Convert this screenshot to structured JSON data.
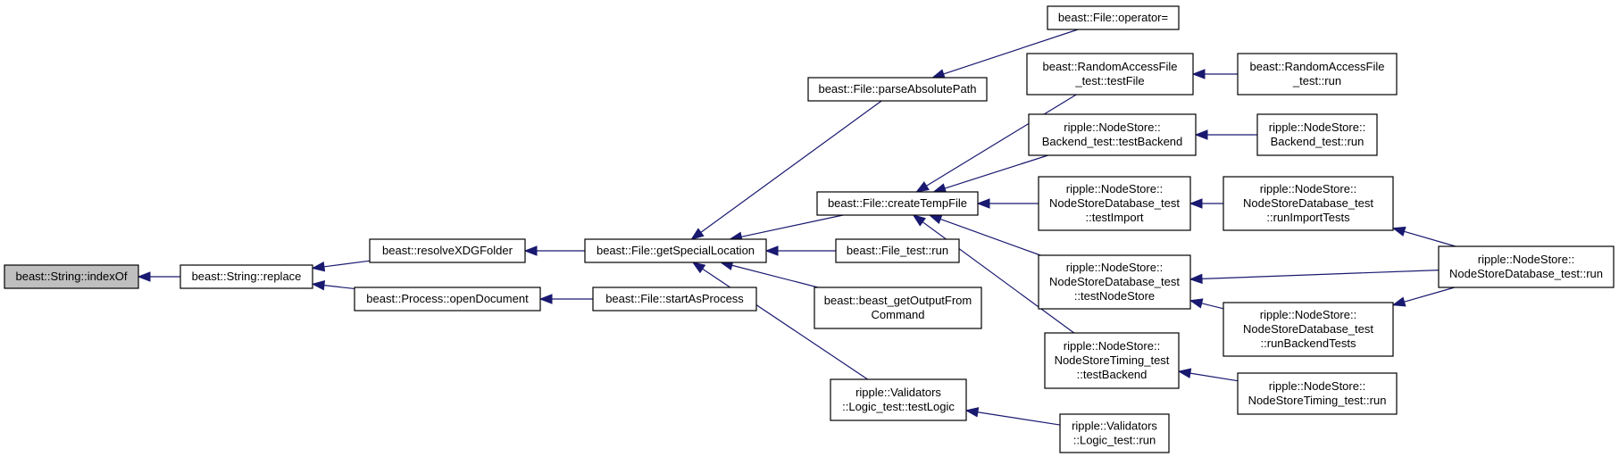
{
  "colors": {
    "edge": "#191970",
    "focus_fill": "#bfbfbf",
    "node_fill": "#ffffff",
    "border": "#000000"
  },
  "nodes": [
    {
      "id": "indexOf",
      "lines": [
        "beast::String::indexOf"
      ],
      "focus": true
    },
    {
      "id": "replace",
      "lines": [
        "beast::String::replace"
      ]
    },
    {
      "id": "resolveXDG",
      "lines": [
        "beast::resolveXDGFolder"
      ]
    },
    {
      "id": "openDocument",
      "lines": [
        "beast::Process::openDocument"
      ]
    },
    {
      "id": "getSpecialLocation",
      "lines": [
        "beast::File::getSpecialLocation"
      ]
    },
    {
      "id": "startAsProcess",
      "lines": [
        "beast::File::startAsProcess"
      ]
    },
    {
      "id": "parseAbsolutePath",
      "lines": [
        "beast::File::parseAbsolutePath"
      ]
    },
    {
      "id": "createTempFile",
      "lines": [
        "beast::File::createTempFile"
      ]
    },
    {
      "id": "fileTestRun",
      "lines": [
        "beast::File_test::run"
      ]
    },
    {
      "id": "getOutputFromCommand",
      "lines": [
        "beast::beast_getOutputFrom",
        "Command"
      ]
    },
    {
      "id": "logicTestLogic",
      "lines": [
        "ripple::Validators",
        "::Logic_test::testLogic"
      ]
    },
    {
      "id": "operatorAssign",
      "lines": [
        "beast::File::operator="
      ]
    },
    {
      "id": "rafTestFile",
      "lines": [
        "beast::RandomAccessFile",
        "_test::testFile"
      ]
    },
    {
      "id": "backendTestBackend",
      "lines": [
        "ripple::NodeStore::",
        "Backend_test::testBackend"
      ]
    },
    {
      "id": "ndbTestImport",
      "lines": [
        "ripple::NodeStore::",
        "NodeStoreDatabase_test",
        "::testImport"
      ]
    },
    {
      "id": "ndbTestNodeStore",
      "lines": [
        "ripple::NodeStore::",
        "NodeStoreDatabase_test",
        "::testNodeStore"
      ]
    },
    {
      "id": "timingTestBackend",
      "lines": [
        "ripple::NodeStore::",
        "NodeStoreTiming_test",
        "::testBackend"
      ]
    },
    {
      "id": "logicTestRun",
      "lines": [
        "ripple::Validators",
        "::Logic_test::run"
      ]
    },
    {
      "id": "rafTestRun",
      "lines": [
        "beast::RandomAccessFile",
        "_test::run"
      ]
    },
    {
      "id": "backendTestRun",
      "lines": [
        "ripple::NodeStore::",
        "Backend_test::run"
      ]
    },
    {
      "id": "ndbRunImportTests",
      "lines": [
        "ripple::NodeStore::",
        "NodeStoreDatabase_test",
        "::runImportTests"
      ]
    },
    {
      "id": "ndbRunBackendTests",
      "lines": [
        "ripple::NodeStore::",
        "NodeStoreDatabase_test",
        "::runBackendTests"
      ]
    },
    {
      "id": "timingTestRun",
      "lines": [
        "ripple::NodeStore::",
        "NodeStoreTiming_test::run"
      ]
    },
    {
      "id": "ndbTestRun",
      "lines": [
        "ripple::NodeStore::",
        "NodeStoreDatabase_test::run"
      ]
    }
  ],
  "edges": [
    {
      "from": "replace",
      "to": "indexOf"
    },
    {
      "from": "resolveXDG",
      "to": "replace"
    },
    {
      "from": "openDocument",
      "to": "replace"
    },
    {
      "from": "getSpecialLocation",
      "to": "resolveXDG"
    },
    {
      "from": "startAsProcess",
      "to": "openDocument"
    },
    {
      "from": "parseAbsolutePath",
      "to": "getSpecialLocation"
    },
    {
      "from": "createTempFile",
      "to": "getSpecialLocation"
    },
    {
      "from": "fileTestRun",
      "to": "getSpecialLocation"
    },
    {
      "from": "getOutputFromCommand",
      "to": "getSpecialLocation"
    },
    {
      "from": "logicTestLogic",
      "to": "getSpecialLocation"
    },
    {
      "from": "operatorAssign",
      "to": "parseAbsolutePath"
    },
    {
      "from": "rafTestFile",
      "to": "createTempFile"
    },
    {
      "from": "backendTestBackend",
      "to": "createTempFile"
    },
    {
      "from": "ndbTestImport",
      "to": "createTempFile"
    },
    {
      "from": "ndbTestNodeStore",
      "to": "createTempFile"
    },
    {
      "from": "timingTestBackend",
      "to": "createTempFile"
    },
    {
      "from": "logicTestRun",
      "to": "logicTestLogic"
    },
    {
      "from": "rafTestRun",
      "to": "rafTestFile"
    },
    {
      "from": "backendTestRun",
      "to": "backendTestBackend"
    },
    {
      "from": "ndbRunImportTests",
      "to": "ndbTestImport"
    },
    {
      "from": "ndbTestRun",
      "to": "ndbRunImportTests"
    },
    {
      "from": "ndbTestRun",
      "to": "ndbTestNodeStore"
    },
    {
      "from": "ndbRunBackendTests",
      "to": "ndbTestNodeStore"
    },
    {
      "from": "ndbTestRun",
      "to": "ndbRunBackendTests"
    },
    {
      "from": "timingTestRun",
      "to": "timingTestBackend"
    }
  ]
}
